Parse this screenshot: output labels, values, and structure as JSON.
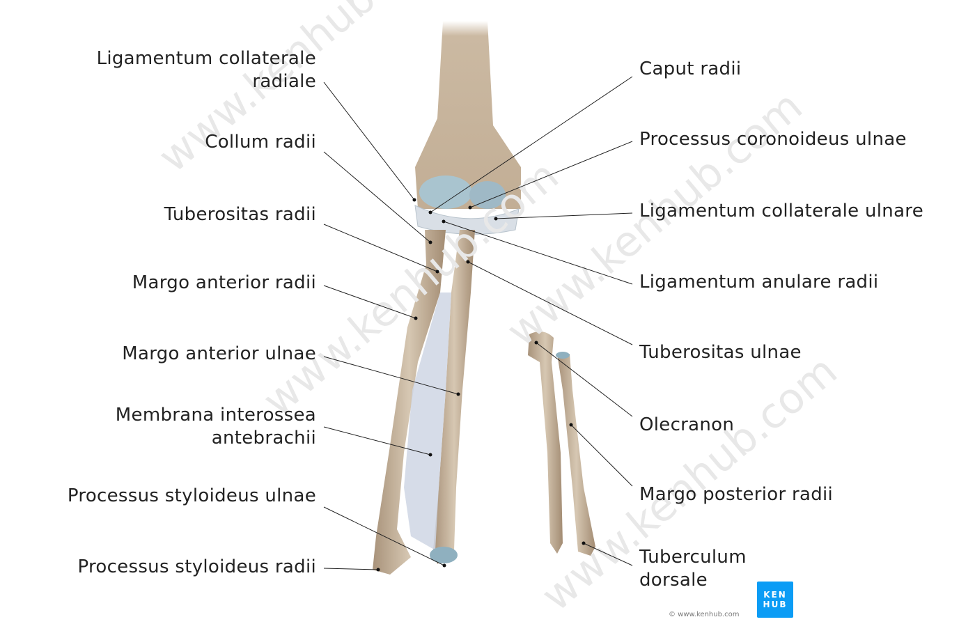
{
  "labels_left": [
    {
      "line1": "Ligamentum collaterale",
      "line2": "radiale"
    },
    {
      "line1": "Collum radii"
    },
    {
      "line1": "Tuberositas radii"
    },
    {
      "line1": "Margo anterior radii"
    },
    {
      "line1": "Margo anterior ulnae"
    },
    {
      "line1": "Membrana interossea",
      "line2": "antebrachii"
    },
    {
      "line1": "Processus styloideus ulnae"
    },
    {
      "line1": "Processus styloideus radii"
    }
  ],
  "labels_right": [
    {
      "line1": "Caput radii"
    },
    {
      "line1": "Processus coronoideus ulnae"
    },
    {
      "line1": "Ligamentum collaterale ulnare"
    },
    {
      "line1": "Ligamentum anulare radii"
    },
    {
      "line1": "Tuberositas ulnae"
    },
    {
      "line1": "Olecranon"
    },
    {
      "line1": "Margo posterior radii"
    },
    {
      "line1": "Tuberculum",
      "line2": "dorsale"
    }
  ],
  "logo": {
    "line1": "KEN",
    "line2": "HUB"
  },
  "copyright": "© www.kenhub.com",
  "watermark": "www.kenhub.com",
  "colors": {
    "bone": "#c9b8a0",
    "cartilage": "#a9c4cf",
    "brand": "#0b9cf5"
  }
}
